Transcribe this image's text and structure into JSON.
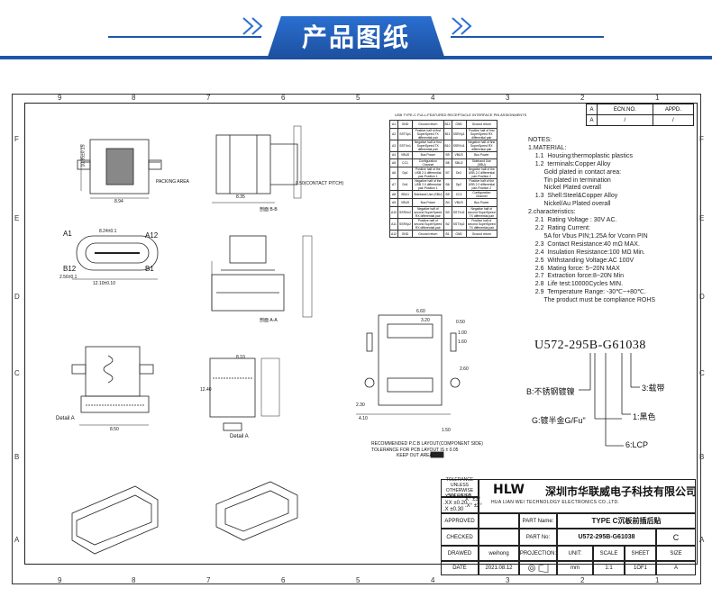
{
  "header": {
    "title": "产品图纸"
  },
  "zones": {
    "top": [
      "9",
      "8",
      "7",
      "6",
      "5",
      "4",
      "3",
      "2",
      "1"
    ],
    "side_left": [
      "F",
      "E",
      "D",
      "C",
      "B",
      "A"
    ],
    "side_right": [
      "F",
      "E",
      "D",
      "C",
      "B",
      "A"
    ]
  },
  "revision": {
    "h1": "A",
    "h2": "ECN.NO.",
    "h3": "APPD.",
    "v1": "A",
    "v2": "/",
    "v3": "/"
  },
  "pin_table": {
    "title": "USB TYPE-C FULL-FEATURED RECEPTACLE INTERFACE PIN ASSIGNMENTS",
    "rows": [
      [
        "A1",
        "GND",
        "Ground return",
        "B12",
        "GND",
        "Ground return"
      ],
      [
        "A2",
        "SSTXp1",
        "Positive half of first SuperSpeed TX differential pair",
        "B11",
        "SSRXp1",
        "Positive half of first SuperSpeed RX differential pair"
      ],
      [
        "A3",
        "SSTXn1",
        "Negative half of first SuperSpeed TX differential pair",
        "B10",
        "SSRXn1",
        "Negative half of first SuperSpeed RX differential pair"
      ],
      [
        "A4",
        "VBUS",
        "Bus Power",
        "B9",
        "VBUS",
        "Bus Power"
      ],
      [
        "A5",
        "CC1",
        "Configuration Channel",
        "B8",
        "SBU2",
        "Sideband Use (SBU)"
      ],
      [
        "A6",
        "Dp1",
        "Positive half of the USB 2.0 differential pair-Position 1",
        "B7",
        "Dn2",
        "Negative half of the USB 2.0 differential pair-Position 2"
      ],
      [
        "A7",
        "Dn1",
        "Negative half of the USB 2.0 differential pair-Position 1",
        "B6",
        "Dp2",
        "Positive half of the USB 2.0 differential pair-Position 2"
      ],
      [
        "A8",
        "SBU1",
        "Sideband Use (SBU)",
        "B5",
        "CC2",
        "Configuration Channel"
      ],
      [
        "A9",
        "VBUS",
        "Bus Power",
        "B4",
        "VBUS",
        "Bus Power"
      ],
      [
        "A10",
        "SSRXn2",
        "Negative half of second SuperSpeed RX differential pair",
        "B3",
        "SSTXn2",
        "Negative half of second SuperSpeed TX differential pair"
      ],
      [
        "A11",
        "SSRXp2",
        "Positive half of second SuperSpeed RX differential pair",
        "B2",
        "SSTXp2",
        "Positive half of second SuperSpeed TX differential pair"
      ],
      [
        "A12",
        "GND",
        "Ground return",
        "B1",
        "GND",
        "Ground return"
      ]
    ]
  },
  "notes": "NOTES:\n1.MATERIAL:\n    1.1  Housing:thermoplastic plastics\n    1.2  terminals:Copper Alloy\n         Gold plated in contact area:\n         Tin plated in termination\n         Nickel Plated overall\n    1.3  Shell:Steel&Copper Alloy\n         Nickel/Au Plated overall\n2.characteristics:\n    2.1  Rating Voltage : 30V AC.\n    2.2  Rating Current:\n         5A for Vbus PIN;1.25A for Vconn PIN\n    2.3  Contact Resistance:40 mΩ MAX.\n    2.4  Insulation Resistance:100 MΩ Min.\n    2.5  Withstanding Voltage:AC 100V\n    2.6  Mating force: 5~20N MAX\n    2.7  Extraction force:8~20N Min\n    2.8  Life test:10000Cycles MIN.\n    2.9  Temperature Range: -30℃~+80℃.\n         The product must be compliance ROHS",
  "part_number": {
    "code": "U572-295B-G61038",
    "callouts": {
      "plating_b": "B:不锈钢镀镍",
      "plating_g": "G:镀半金G/Fu\"",
      "color": "1:黑色",
      "packing": "3:载带",
      "material": "6:LCP"
    }
  },
  "drawing_labels": {
    "packing_area": "PACKING AREA",
    "contact_pitch": "0.50(CONTACT PITCH)",
    "a1": "A1",
    "a12": "A12",
    "b1": "B1",
    "b12": "B12",
    "detail_a_1": "Detail A",
    "detail_a_2": "Detail A",
    "section_1": "剖面 B-B",
    "section_2": "剖面 A-A",
    "pcb_layout": "RECOMMENDED P.C.B LAYOUT(COMPONENT SIDE)",
    "pcb_tol": "TOLERANCE FOR PCB LAYOUT IS ± 0.05",
    "keep_out": "KEEP OUT AREA"
  },
  "dims": {
    "d1": "10.85±0.15",
    "d2": "8.94",
    "d3": "8.24±0.1",
    "d4": "2.56±0.1",
    "d5": "12.10±0.10",
    "d6": "8.35",
    "d7": "6.60",
    "d8": "3.20",
    "d9": "0.50",
    "d10": "2.30",
    "d11": "8.50",
    "d12": "4.10",
    "d13": "1.00",
    "d14": "1.60",
    "d15": "2.60",
    "d16": "1.50",
    "d17": "12.40",
    "d18": "8.10"
  },
  "title_block": {
    "tolerance_head_1": "TOLERANCE UNLESS",
    "tolerance_head_2": "OTHERWISE SPECIFIED",
    "tol_rows": [
      ".XXX ±0.10",
      ".XX  ±0.20",
      ".X   ±0.30"
    ],
    "ang_rows": [
      "X° ±3°",
      ".X° ±2°"
    ],
    "logo": "HLW",
    "company_cn": "深圳市华联威电子科技有限公司",
    "company_en": "HUA LIAN WEI TECHNOLOGY ELECTRONICS CO.,LTD.",
    "approved": "APPROVED",
    "part_name_label": "PART Name:",
    "part_name": "TYPE C沉板前插后贴",
    "checked": "CHECKED",
    "part_no_label": "PART No:",
    "part_no": "U572-295B-G61038",
    "rev_letter": "C",
    "drawed": "DRAWED",
    "drawer": "weihong",
    "projection": "PROJECTION:",
    "unit_label": "UNIT:",
    "scale_label": "SCALE",
    "sheet_label": "SHEET",
    "size_label": "SIZE",
    "date_label": "DATE",
    "date": "2021.08.12",
    "unit": "mm",
    "scale": "1:1",
    "sheet": "1OF1",
    "size": "A"
  }
}
